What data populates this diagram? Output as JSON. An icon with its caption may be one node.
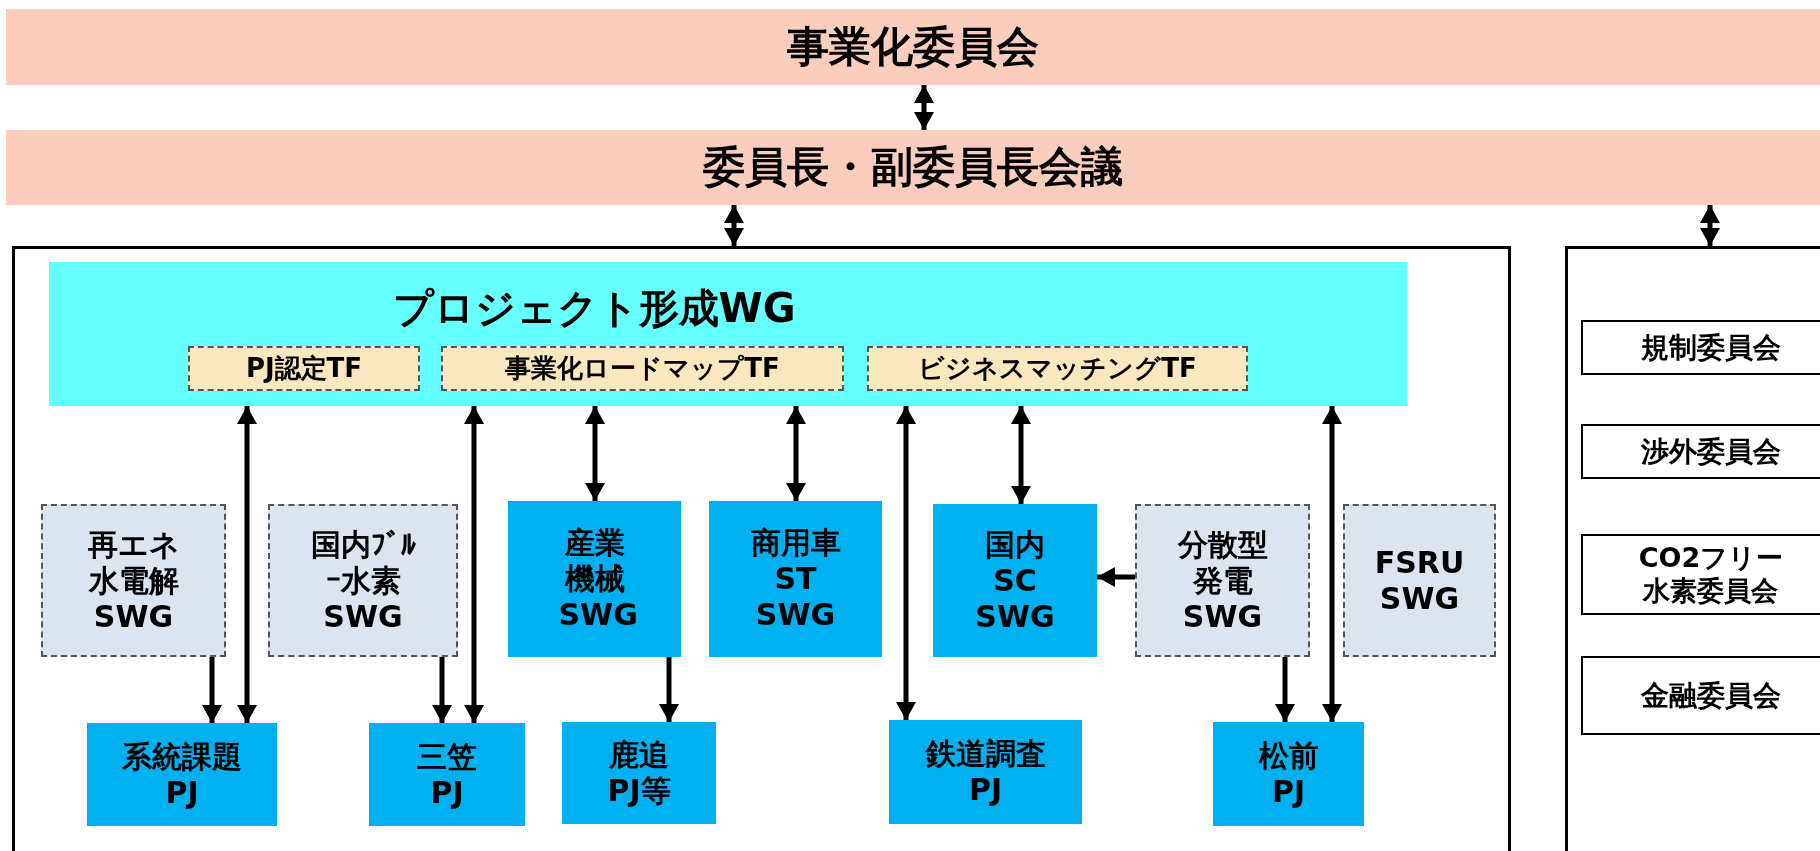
{
  "diagram": {
    "nodes": [
      {
        "text": [
          "事業化委員会"
        ]
      },
      {
        "text": [
          "委員長・副委員長会議"
        ]
      },
      {
        "text": [],
        "shape": "box"
      },
      {
        "text": [],
        "shape": "box"
      },
      {
        "text": [
          "プロジェクト形成WG"
        ],
        "in": 2
      },
      {
        "text": [
          "PJ認定TF"
        ],
        "in": 4
      },
      {
        "text": [
          "事業化ロードマップTF"
        ],
        "in": 4
      },
      {
        "text": [
          "ビジネスマッチングTF"
        ],
        "in": 4
      },
      {
        "text": [
          "再エネ水電解SWG"
        ],
        "in": 2
      },
      {
        "text": [
          "国内ﾌﾞﾙｰ水素SWG"
        ],
        "in": 2
      },
      {
        "text": [
          "産業機械SWG"
        ],
        "in": 2
      },
      {
        "text": [
          "商用車ST SWG"
        ],
        "in": 2
      },
      {
        "text": [
          "国内SC SWG"
        ],
        "in": 2
      },
      {
        "text": [
          "分散型発電SWG"
        ],
        "in": 2
      },
      {
        "text": [
          "FSRU SWG"
        ],
        "in": 2
      },
      {
        "text": [
          "系統課題PJ"
        ],
        "in": 2
      },
      {
        "text": [
          "三笠PJ"
        ],
        "in": 2
      },
      {
        "text": [
          "鹿追PJ等"
        ],
        "in": 2
      },
      {
        "text": [
          "鉄道調査PJ"
        ],
        "in": 2
      },
      {
        "text": [
          "松前PJ"
        ],
        "in": 2
      },
      {
        "text": [
          "規制委員会"
        ],
        "in": 3
      },
      {
        "text": [
          "渉外委員会"
        ],
        "in": 3
      },
      {
        "text": [
          "CO2フリー水素委員会"
        ],
        "in": 3
      },
      {
        "text": [
          "金融委員会"
        ],
        "in": 3
      }
    ],
    "edges": [
      {
        "from": 0,
        "to": 1,
        "arrow": "both"
      },
      {
        "from": 1,
        "to": 2,
        "arrow": "both"
      },
      {
        "from": 1,
        "to": 3,
        "arrow": "both"
      },
      {
        "from": 4,
        "to": 15,
        "arrow": "both"
      },
      {
        "from": 8,
        "to": 15,
        "arrow": "to"
      },
      {
        "from": 4,
        "to": 16,
        "arrow": "both"
      },
      {
        "from": 9,
        "to": 16,
        "arrow": "to"
      },
      {
        "from": 4,
        "to": 10,
        "arrow": "both"
      },
      {
        "from": 10,
        "to": 17,
        "arrow": "to"
      },
      {
        "from": 4,
        "to": 11,
        "arrow": "both"
      },
      {
        "from": 4,
        "to": 18,
        "arrow": "both"
      },
      {
        "from": 4,
        "to": 12,
        "arrow": "both"
      },
      {
        "from": 13,
        "to": 12,
        "arrow": "to"
      },
      {
        "from": 13,
        "to": 19,
        "arrow": "to"
      },
      {
        "from": 4,
        "to": 19,
        "arrow": "both"
      }
    ]
  }
}
